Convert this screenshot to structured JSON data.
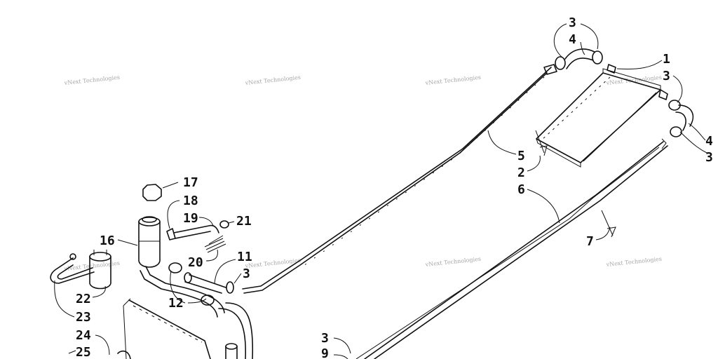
{
  "watermark": "vNext Technologies",
  "callouts": {
    "c1": "1",
    "c2": "2",
    "c3a": "3",
    "c3b": "3",
    "c3c": "3",
    "c3d": "3",
    "c3e": "3",
    "c4a": "4",
    "c4b": "4",
    "c5": "5",
    "c6": "6",
    "c7": "7",
    "c9": "9",
    "c11": "11",
    "c12": "12",
    "c16": "16",
    "c17": "17",
    "c18": "18",
    "c19": "19",
    "c20": "20",
    "c21": "21",
    "c22": "22",
    "c23": "23",
    "c24": "24",
    "c25": "25"
  }
}
